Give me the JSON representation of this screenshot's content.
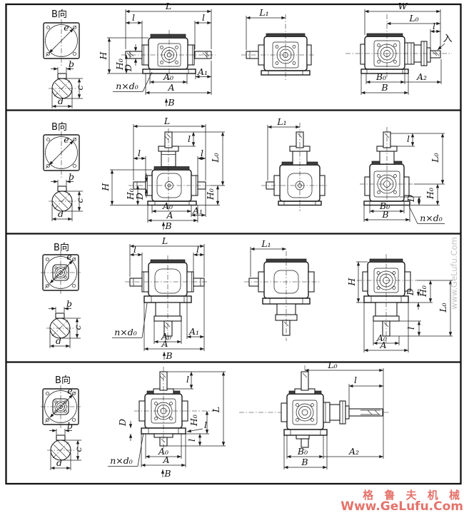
{
  "watermarks": {
    "side": "www.GeLufu.Com",
    "brand_cn": "格 鲁 夫 机 械",
    "brand_url": "Www.GeLufu.Com",
    "brand_color": "#e4736b"
  },
  "rows": [
    {
      "bview": {
        "title": "B向",
        "e": "e",
        "b": "b",
        "c": "c",
        "d": "d"
      },
      "front": {
        "L": "L",
        "l_left": "l",
        "l_right": "l",
        "H": "H",
        "H0": "H₀",
        "D": "D",
        "nd0": "n×d₀",
        "A0": "A₀",
        "A1": "A₁",
        "A": "A",
        "B": "B"
      },
      "side": {
        "L1": "L₁"
      },
      "right": {
        "W": "W",
        "L0": "L₀",
        "l": "l",
        "entry": "入",
        "B0": "B₀",
        "A2": "A₂",
        "B": "B"
      }
    },
    {
      "bview": {
        "title": "B向",
        "e": "e",
        "b": "b",
        "c": "c",
        "d": "d"
      },
      "front": {
        "L": "L",
        "l_top": "l",
        "l_left": "l",
        "l_right": "l",
        "L0": "L₀",
        "H": "H",
        "H0_left": "H₀",
        "D": "D",
        "H0_right": "H₀",
        "A0": "A₀",
        "A1": "A₁",
        "A": "A",
        "B": "B"
      },
      "side": {
        "L1": "L₁"
      },
      "right": {
        "l": "l",
        "L0": "L₀",
        "H0": "H₀",
        "D": "D",
        "B0": "B₀",
        "B": "B",
        "nd0": "n×d₀"
      }
    },
    {
      "bview": {
        "title": "B向",
        "e": "e",
        "b": "b",
        "c": "c",
        "d": "d"
      },
      "front": {
        "L": "L",
        "l_left": "l",
        "l_right": "l",
        "nd0": "n×d₀",
        "A0": "A₀",
        "A1": "A₁",
        "A": "A",
        "B": "B"
      },
      "side": {
        "L1": "L₁"
      },
      "right": {
        "H": "H",
        "D": "D",
        "H0": "H₀",
        "L0": "L₀",
        "l": "l",
        "A0": "A₀",
        "A": "A"
      }
    },
    {
      "bview": {
        "title": "B向",
        "e": "e",
        "b": "b",
        "c": "c",
        "d": "d"
      },
      "front": {
        "l_top": "l",
        "L": "L",
        "D": "D",
        "H0": "H₀",
        "l_mid": "l",
        "l_bottom": "l",
        "nd0": "n×d₀",
        "A0": "A₀",
        "A": "A",
        "B": "B"
      },
      "right": {
        "L0": "L₀",
        "l": "l",
        "B0": "B₀",
        "B": "B",
        "A2": "A₂"
      }
    }
  ]
}
